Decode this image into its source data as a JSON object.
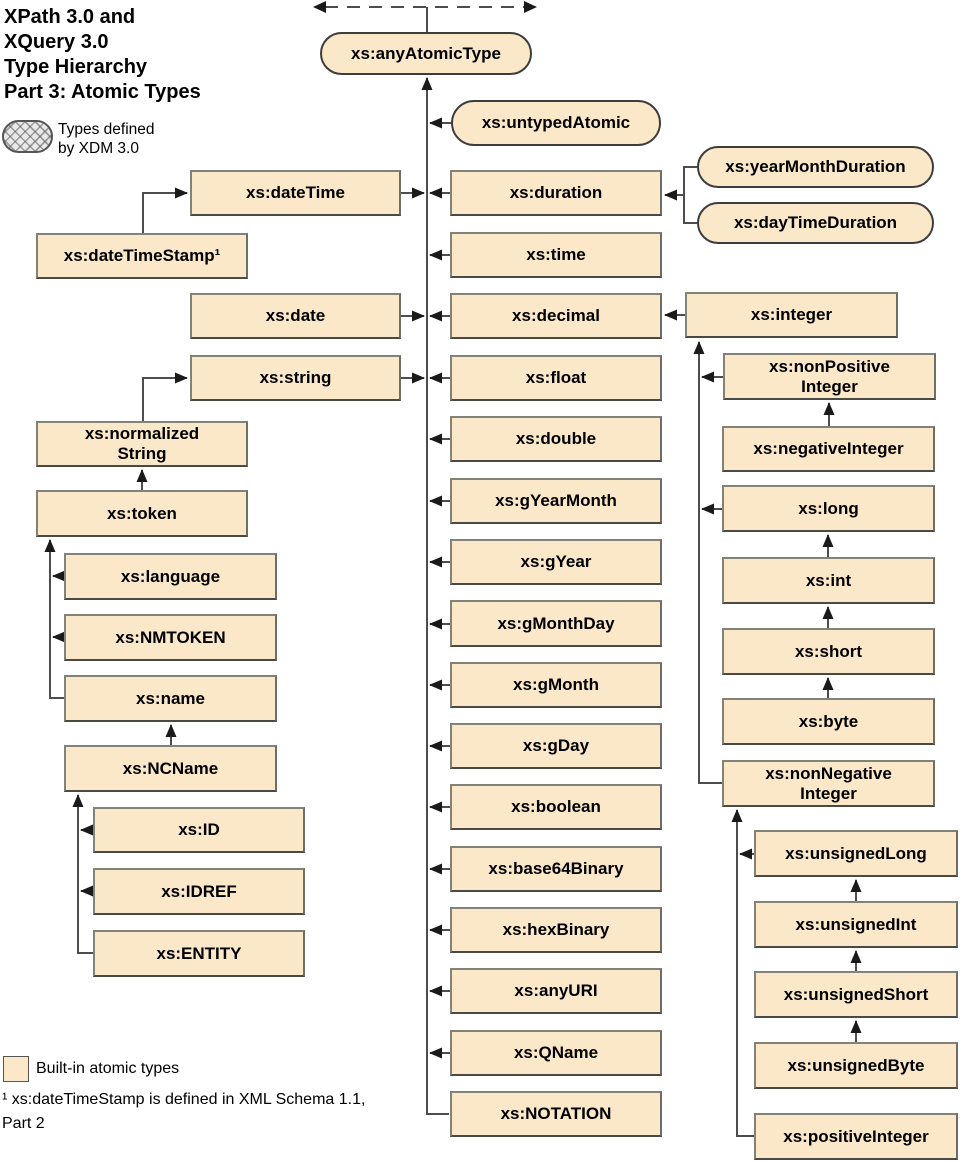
{
  "title": "XPath 3.0 and\nXQuery 3.0\nType Hierarchy\nPart 3: Atomic Types",
  "legend": {
    "xdm_label": "Types defined\nby XDM 3.0",
    "builtin_label": "Built-in atomic types"
  },
  "footnote": "¹ xs:dateTimeStamp is defined in XML Schema 1.1,\nPart 2",
  "colors": {
    "box_fill": "#FBE8C8",
    "rect_border": "#808080",
    "round_border": "#3d3d3d",
    "line": "#4d4d4d"
  },
  "nodes": {
    "anyAtomicType": "xs:anyAtomicType",
    "untypedAtomic": "xs:untypedAtomic",
    "duration": "xs:duration",
    "time": "xs:time",
    "decimal": "xs:decimal",
    "float": "xs:float",
    "double": "xs:double",
    "gYearMonth": "xs:gYearMonth",
    "gYear": "xs:gYear",
    "gMonthDay": "xs:gMonthDay",
    "gMonth": "xs:gMonth",
    "gDay": "xs:gDay",
    "boolean": "xs:boolean",
    "base64Binary": "xs:base64Binary",
    "hexBinary": "xs:hexBinary",
    "anyURI": "xs:anyURI",
    "QName": "xs:QName",
    "NOTATION": "xs:NOTATION",
    "dateTime": "xs:dateTime",
    "dateTimeStamp": "xs:dateTimeStamp¹",
    "date": "xs:date",
    "string": "xs:string",
    "normalizedString": "xs:normalized\nString",
    "token": "xs:token",
    "language": "xs:language",
    "NMTOKEN": "xs:NMTOKEN",
    "name": "xs:name",
    "NCName": "xs:NCName",
    "ID": "xs:ID",
    "IDREF": "xs:IDREF",
    "ENTITY": "xs:ENTITY",
    "yearMonthDuration": "xs:yearMonthDuration",
    "dayTimeDuration": "xs:dayTimeDuration",
    "integer": "xs:integer",
    "nonPositiveInteger": "xs:nonPositive\nInteger",
    "negativeInteger": "xs:negativeInteger",
    "long": "xs:long",
    "int": "xs:int",
    "short": "xs:short",
    "byte": "xs:byte",
    "nonNegativeInteger": "xs:nonNegative\nInteger",
    "unsignedLong": "xs:unsignedLong",
    "unsignedInt": "xs:unsignedInt",
    "unsignedShort": "xs:unsignedShort",
    "unsignedByte": "xs:unsignedByte",
    "positiveInteger": "xs:positiveInteger"
  },
  "edges": [
    [
      "xs:untypedAtomic",
      "xs:anyAtomicType"
    ],
    [
      "xs:duration",
      "xs:anyAtomicType"
    ],
    [
      "xs:time",
      "xs:anyAtomicType"
    ],
    [
      "xs:decimal",
      "xs:anyAtomicType"
    ],
    [
      "xs:float",
      "xs:anyAtomicType"
    ],
    [
      "xs:double",
      "xs:anyAtomicType"
    ],
    [
      "xs:gYearMonth",
      "xs:anyAtomicType"
    ],
    [
      "xs:gYear",
      "xs:anyAtomicType"
    ],
    [
      "xs:gMonthDay",
      "xs:anyAtomicType"
    ],
    [
      "xs:gMonth",
      "xs:anyAtomicType"
    ],
    [
      "xs:gDay",
      "xs:anyAtomicType"
    ],
    [
      "xs:boolean",
      "xs:anyAtomicType"
    ],
    [
      "xs:base64Binary",
      "xs:anyAtomicType"
    ],
    [
      "xs:hexBinary",
      "xs:anyAtomicType"
    ],
    [
      "xs:anyURI",
      "xs:anyAtomicType"
    ],
    [
      "xs:QName",
      "xs:anyAtomicType"
    ],
    [
      "xs:NOTATION",
      "xs:anyAtomicType"
    ],
    [
      "xs:dateTime",
      "xs:anyAtomicType"
    ],
    [
      "xs:date",
      "xs:anyAtomicType"
    ],
    [
      "xs:string",
      "xs:anyAtomicType"
    ],
    [
      "xs:dateTimeStamp",
      "xs:dateTime"
    ],
    [
      "xs:yearMonthDuration",
      "xs:duration"
    ],
    [
      "xs:dayTimeDuration",
      "xs:duration"
    ],
    [
      "xs:integer",
      "xs:decimal"
    ],
    [
      "xs:normalizedString",
      "xs:string"
    ],
    [
      "xs:token",
      "xs:normalizedString"
    ],
    [
      "xs:language",
      "xs:token"
    ],
    [
      "xs:NMTOKEN",
      "xs:token"
    ],
    [
      "xs:name",
      "xs:token"
    ],
    [
      "xs:NCName",
      "xs:name"
    ],
    [
      "xs:ID",
      "xs:NCName"
    ],
    [
      "xs:IDREF",
      "xs:NCName"
    ],
    [
      "xs:ENTITY",
      "xs:NCName"
    ],
    [
      "xs:nonPositiveInteger",
      "xs:integer"
    ],
    [
      "xs:negativeInteger",
      "xs:nonPositiveInteger"
    ],
    [
      "xs:long",
      "xs:integer"
    ],
    [
      "xs:int",
      "xs:long"
    ],
    [
      "xs:short",
      "xs:int"
    ],
    [
      "xs:byte",
      "xs:short"
    ],
    [
      "xs:nonNegativeInteger",
      "xs:integer"
    ],
    [
      "xs:unsignedLong",
      "xs:nonNegativeInteger"
    ],
    [
      "xs:unsignedInt",
      "xs:unsignedLong"
    ],
    [
      "xs:unsignedShort",
      "xs:unsignedInt"
    ],
    [
      "xs:unsignedByte",
      "xs:unsignedShort"
    ],
    [
      "xs:positiveInteger",
      "xs:nonNegativeInteger"
    ]
  ]
}
